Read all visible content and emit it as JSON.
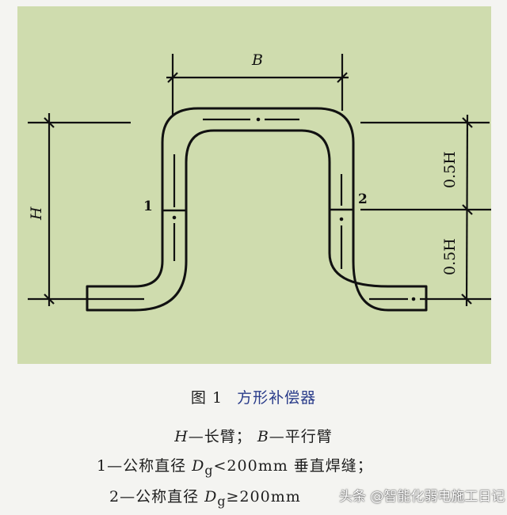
{
  "figure": {
    "number_label": "图 1",
    "title": "方形补偿器",
    "title_color": "#2a3c8a",
    "panel_color": "#cfdcae"
  },
  "diagram": {
    "labels": {
      "width": "B",
      "height": "H",
      "half_height_upper": "0.5H",
      "half_height_lower": "0.5H",
      "weld_point_1": "1",
      "weld_point_2": "2"
    }
  },
  "legend": {
    "line1": {
      "H_symbol": "H",
      "H_text": "—长臂；",
      "B_symbol": "B",
      "B_text": "—平行臂"
    },
    "line2": {
      "prefix": "1—公称直径 ",
      "symbol": "D",
      "subscript": "g",
      "suffix": "<200mm 垂直焊缝；"
    },
    "line3": {
      "prefix": "2—公称直径 ",
      "symbol": "D",
      "subscript": "g",
      "suffix": "≥200mm"
    }
  },
  "watermark": {
    "text": "头条 @智能化弱电施工日记"
  }
}
